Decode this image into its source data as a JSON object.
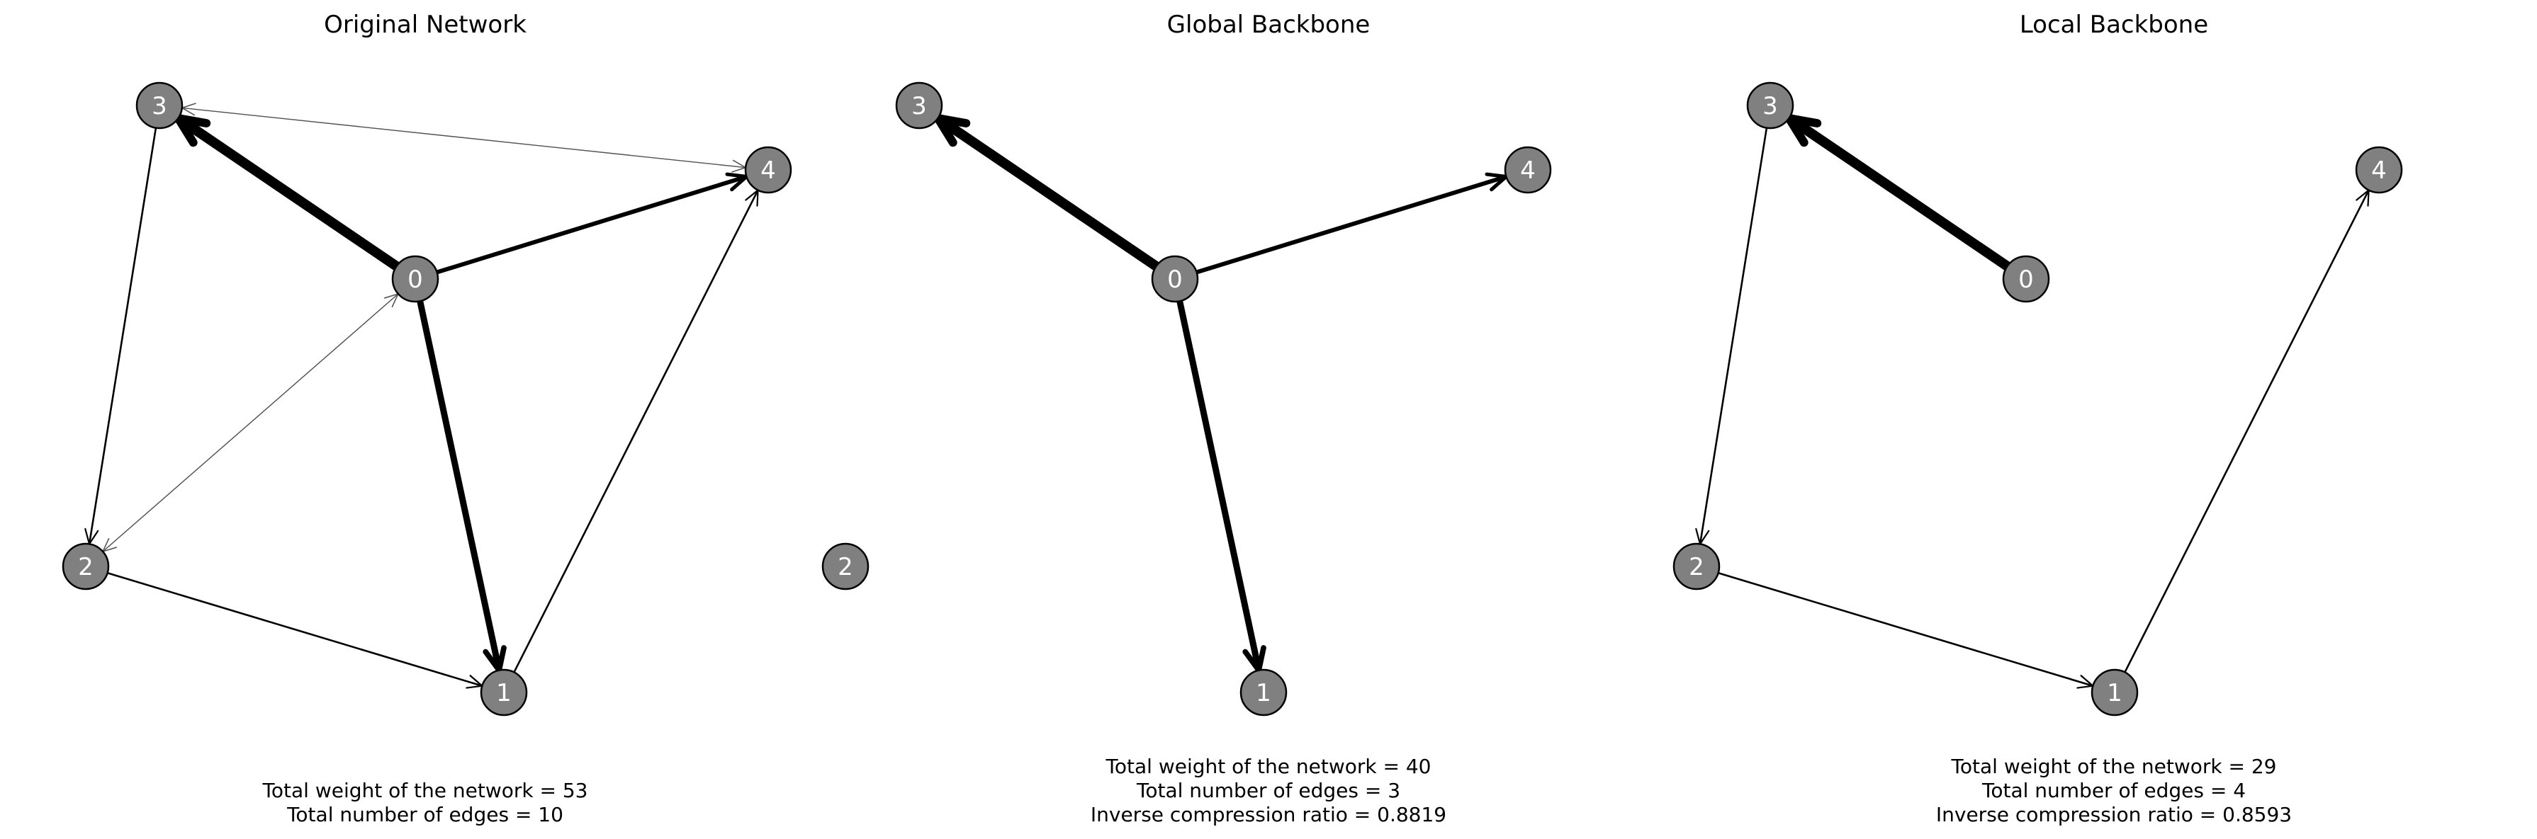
{
  "chart_data": [
    {
      "type": "network",
      "title": "Original Network",
      "nodes": [
        "0",
        "1",
        "2",
        "3",
        "4"
      ],
      "edges": [
        {
          "source": "0",
          "target": "3",
          "weight": 16
        },
        {
          "source": "0",
          "target": "1",
          "weight": 13
        },
        {
          "source": "0",
          "target": "4",
          "weight": 11
        },
        {
          "source": "3",
          "target": "2",
          "weight": 3
        },
        {
          "source": "2",
          "target": "1",
          "weight": 3
        },
        {
          "source": "1",
          "target": "4",
          "weight": 3
        },
        {
          "source": "3",
          "target": "4",
          "weight": 1
        },
        {
          "source": "4",
          "target": "3",
          "weight": 1
        },
        {
          "source": "2",
          "target": "0",
          "weight": 1
        },
        {
          "source": "0",
          "target": "2",
          "weight": 1
        }
      ],
      "captions": [
        "Total weight of the network = 53",
        "Total number of edges = 10"
      ]
    },
    {
      "type": "network",
      "title": "Global Backbone",
      "nodes": [
        "0",
        "1",
        "2",
        "3",
        "4"
      ],
      "edges": [
        {
          "source": "0",
          "target": "3",
          "weight": 16
        },
        {
          "source": "0",
          "target": "1",
          "weight": 13
        },
        {
          "source": "0",
          "target": "4",
          "weight": 11
        }
      ],
      "captions": [
        "Total weight of the network = 40",
        "Total number of edges = 3",
        "Inverse compression ratio = 0.8819"
      ]
    },
    {
      "type": "network",
      "title": "Local Backbone",
      "nodes": [
        "0",
        "1",
        "2",
        "3",
        "4"
      ],
      "edges": [
        {
          "source": "0",
          "target": "3",
          "weight": 16
        },
        {
          "source": "3",
          "target": "2",
          "weight": 3
        },
        {
          "source": "2",
          "target": "1",
          "weight": 3
        },
        {
          "source": "1",
          "target": "4",
          "weight": 3
        }
      ],
      "captions": [
        "Total weight of the network = 29",
        "Total number of edges = 4",
        "Inverse compression ratio = 0.8593"
      ]
    }
  ],
  "colors": {
    "node_fill": "#808080",
    "node_stroke": "#000000",
    "edge": "#000000",
    "label": "#ffffff"
  }
}
